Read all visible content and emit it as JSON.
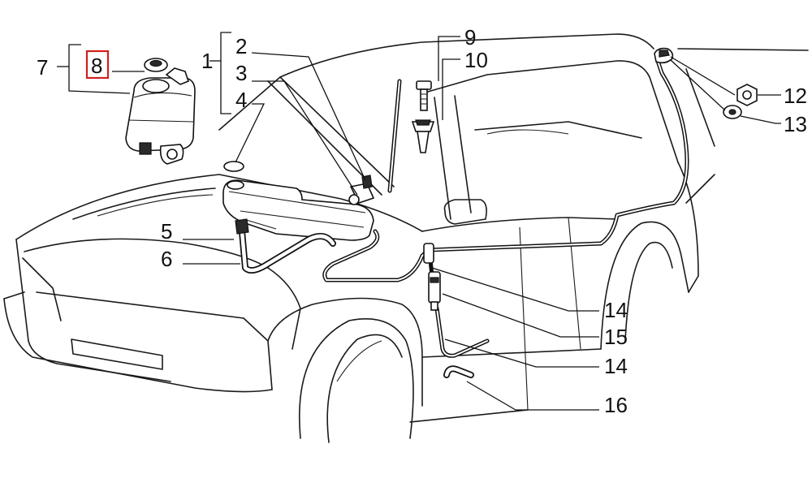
{
  "labels": {
    "c1": "1",
    "c2": "2",
    "c3": "3",
    "c4": "4",
    "c5": "5",
    "c6": "6",
    "c7": "7",
    "c8": "8",
    "c9": "9",
    "c10": "10",
    "c12": "12",
    "c13": "13",
    "c14a": "14",
    "c15": "15",
    "c14b": "14",
    "c16": "16"
  },
  "highlight": {
    "label": "8",
    "color": "#d0211c"
  }
}
